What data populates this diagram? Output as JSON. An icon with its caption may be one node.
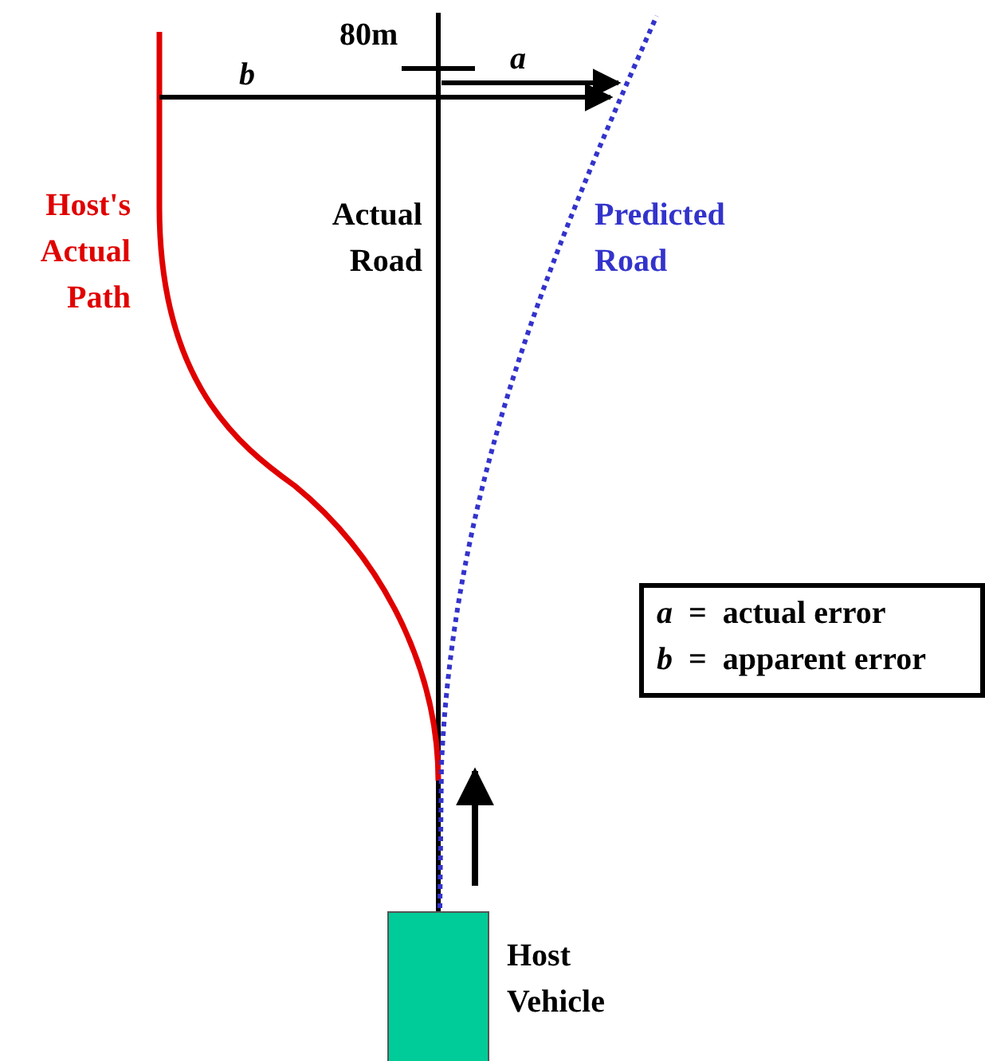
{
  "diagram": {
    "nodes": [
      {
        "text": [],
        "shape": "box",
        "beside": [
          "Host Vehicle"
        ]
      },
      {
        "text": [
          "*a*  =  actual error",
          "*b*  =  apparent error"
        ]
      }
    ],
    "labels": [
      "80m",
      "b",
      "a",
      "Host's Actual Path",
      "Actual Road",
      "Predicted Road"
    ]
  }
}
